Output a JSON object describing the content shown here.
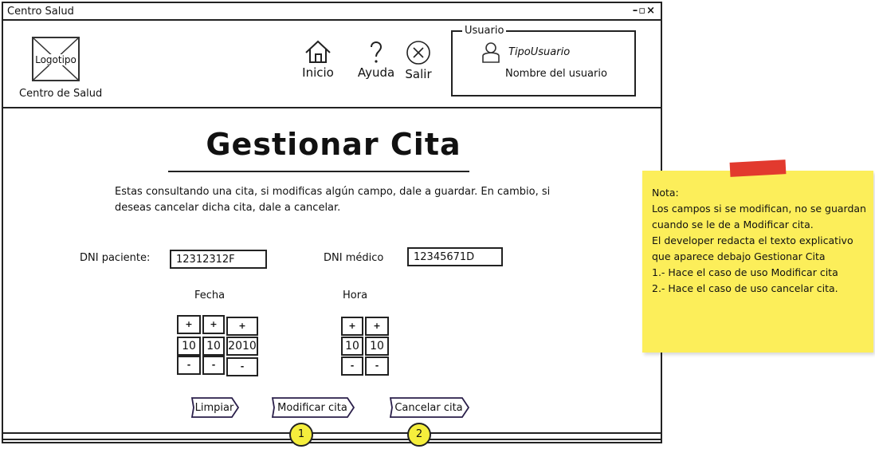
{
  "window": {
    "title": "Centro Salud",
    "controls": "–▫×"
  },
  "header": {
    "logo_text": "Logotipo",
    "logo_caption": "Centro de Salud",
    "nav": [
      {
        "label": "Inicio",
        "icon": "home-icon"
      },
      {
        "label": "Ayuda",
        "icon": "help-icon"
      },
      {
        "label": "Salir",
        "icon": "close-circle-icon"
      }
    ],
    "user": {
      "legend": "Usuario",
      "type": "TipoUsuario",
      "name": "Nombre del usuario"
    }
  },
  "main": {
    "title": "Gestionar Cita",
    "description": "Estas consultando una cita, si modificas algún campo, dale a guardar. En cambio, si deseas cancelar dicha cita, dale a cancelar.",
    "dni_paciente_label": "DNI paciente:",
    "dni_paciente_value": "12312312F",
    "dni_medico_label": "DNI médico",
    "dni_medico_value": "12345671D",
    "fecha_label": "Fecha",
    "hora_label": "Hora",
    "plus": "+",
    "minus": "-",
    "fecha_values": [
      "10",
      "10",
      "2010"
    ],
    "hora_values": [
      "10",
      "10"
    ],
    "buttons": {
      "limpiar": "Limpiar",
      "modificar": "Modificar cita",
      "cancelar": "Cancelar cita"
    },
    "markers": [
      "1",
      "2"
    ]
  },
  "note": {
    "lines": [
      "Nota:",
      "Los campos si se modifican, no se guardan",
      "cuando se le de a Modificar cita.",
      "El developer redacta el texto explicativo",
      "que aparece debajo Gestionar Cita",
      "1.- Hace el caso de uso Modificar cita",
      "2.- Hace el caso de uso cancelar cita."
    ],
    "colors": {
      "paper": "#fcee5a",
      "tape": "#e23a2e"
    }
  }
}
